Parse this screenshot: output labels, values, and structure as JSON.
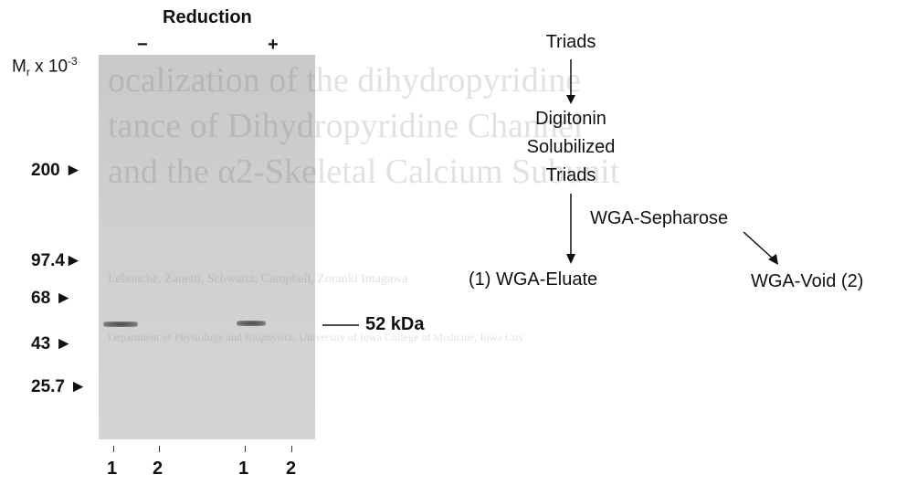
{
  "gel": {
    "reduction_label": "Reduction",
    "minus_label": "−",
    "plus_label": "+",
    "mr_label": "Mr x 10-3",
    "mr_label_prefix": "M",
    "mr_label_sub": "r",
    "mr_label_mid": " x 10",
    "mr_label_sup": "-3",
    "markers": [
      "200",
      "97.4",
      "68",
      "43",
      "25.7"
    ],
    "lanes": [
      "1",
      "2",
      "1",
      "2"
    ],
    "band_label": "52 kDa"
  },
  "flowchart": {
    "triads": "Triads",
    "digitonin": "Digitonin",
    "solubilized": "Solubilized",
    "triads2": "Triads",
    "wga_sepharose": "WGA-Sepharose",
    "eluate": "(1) WGA-Eluate",
    "void": "WGA-Void (2)"
  }
}
